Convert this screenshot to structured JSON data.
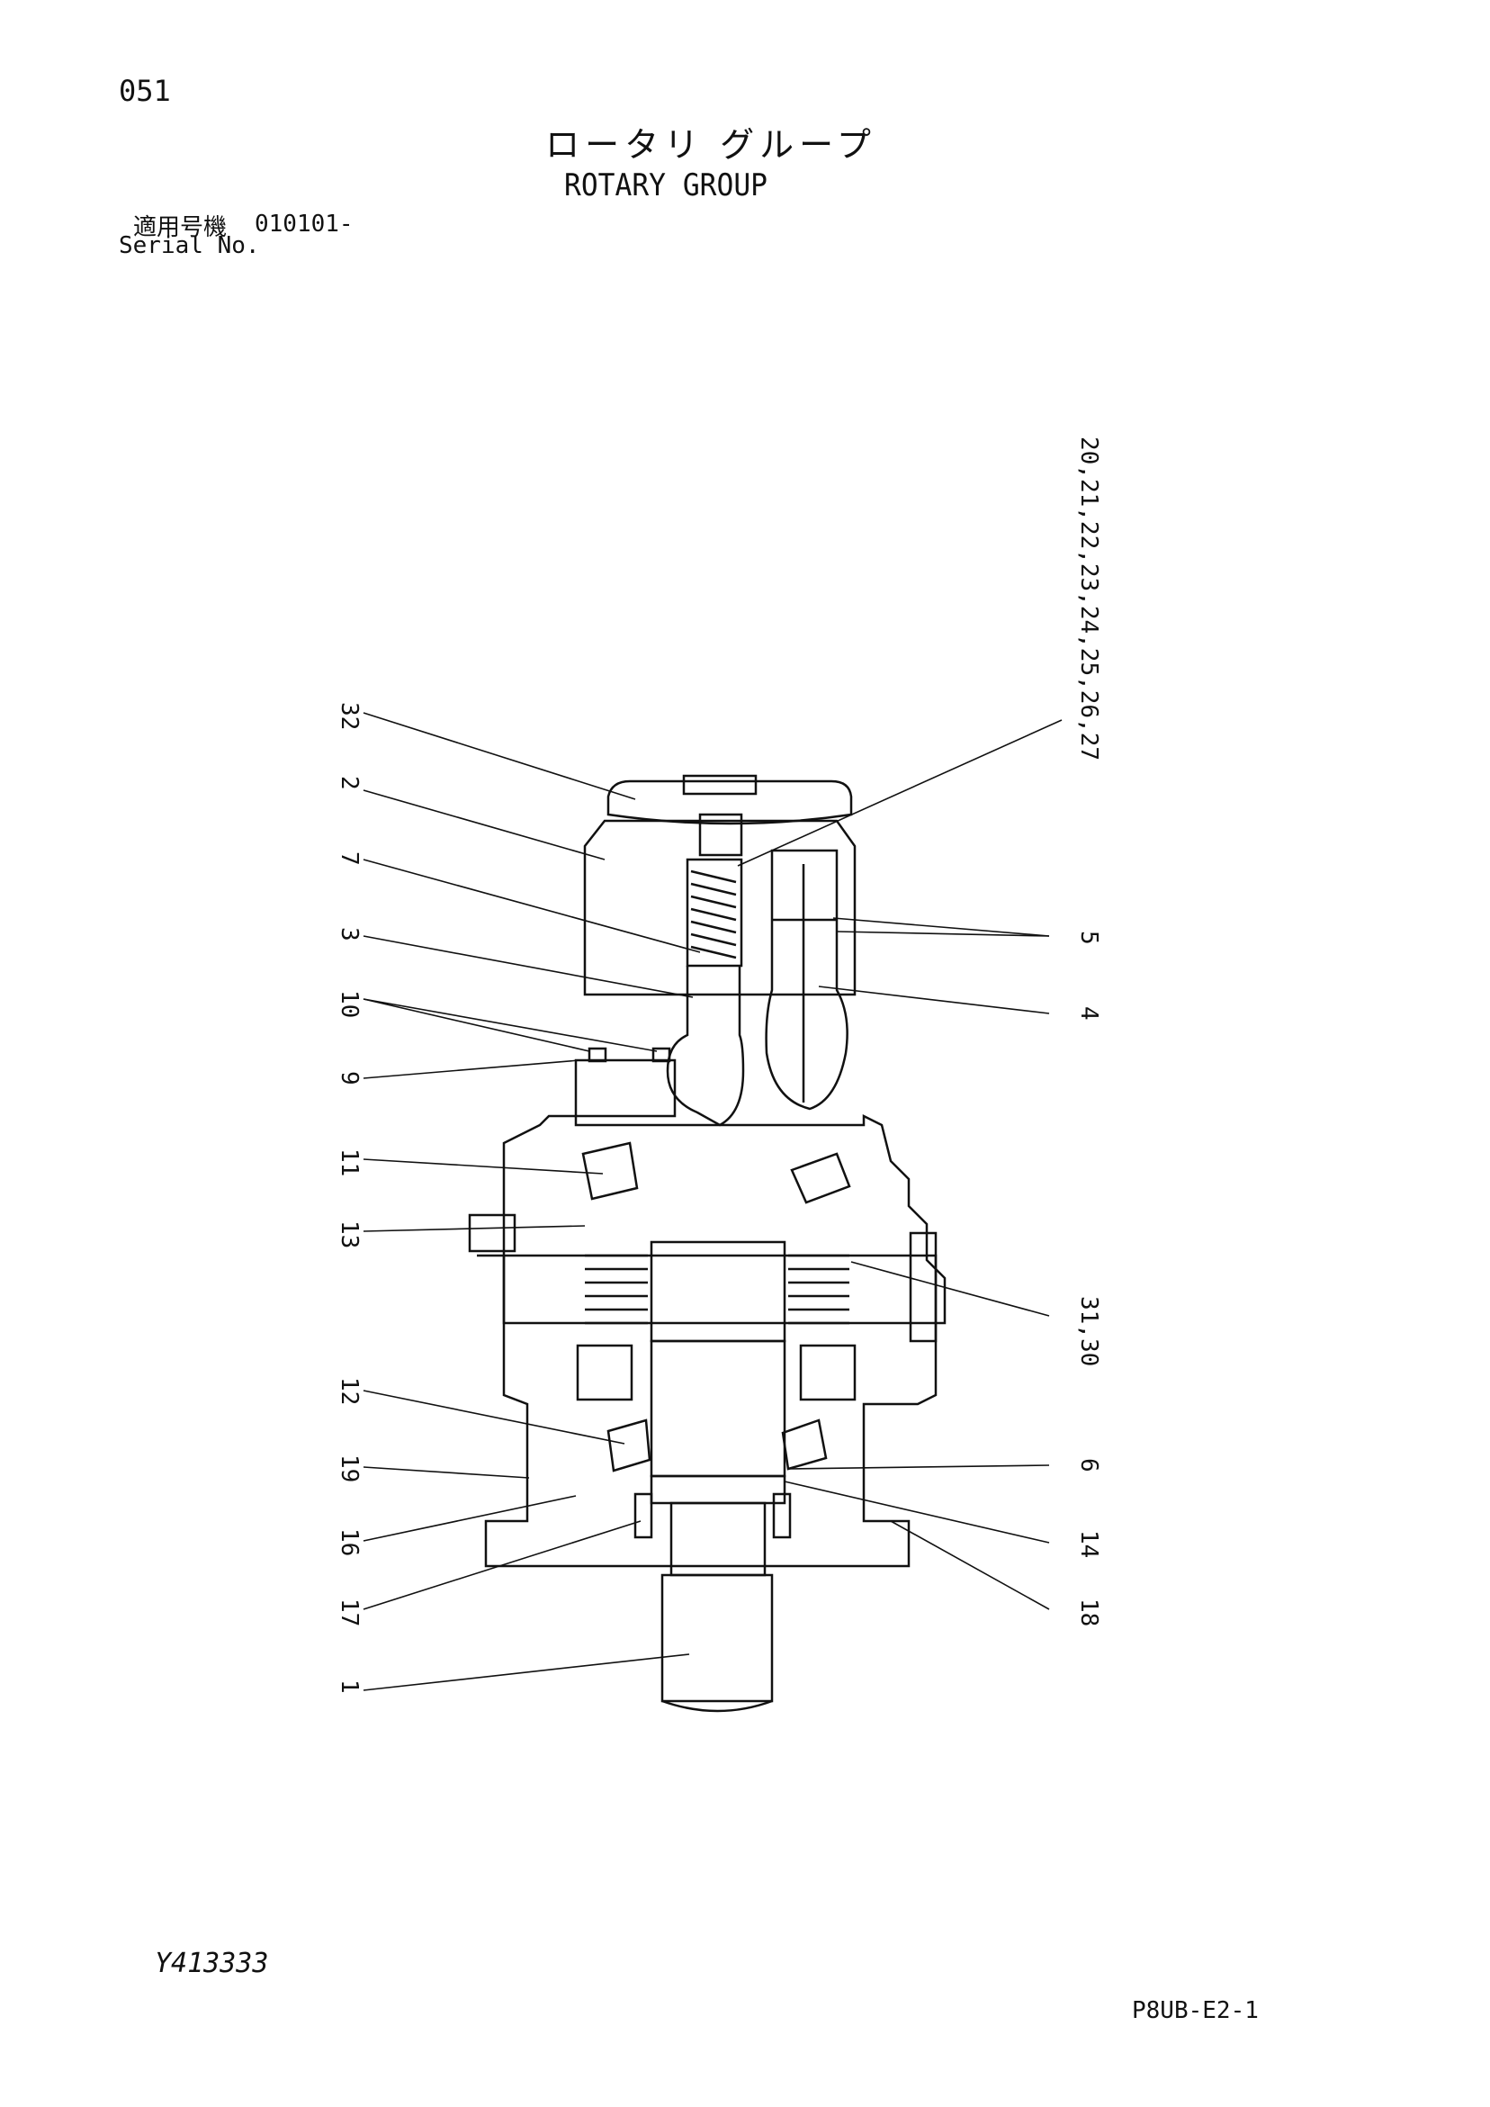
{
  "header": {
    "page_number": "051",
    "title_jp": "ロータリ グループ",
    "title_en": "ROTARY GROUP",
    "serial_label_jp": "適用号機",
    "serial_value": "010101-",
    "serial_label_en": "Serial No."
  },
  "callouts": [
    "1",
    "2",
    "3",
    "4",
    "5",
    "6",
    "7",
    "9",
    "10",
    "11",
    "12",
    "13",
    "14",
    "16",
    "17",
    "18",
    "19",
    "31,30",
    "32",
    "20,21,22,23,24,25,26,27"
  ],
  "footer": {
    "drawing_code": "Y413333",
    "sheet_code": "P8UB-E2-1"
  }
}
